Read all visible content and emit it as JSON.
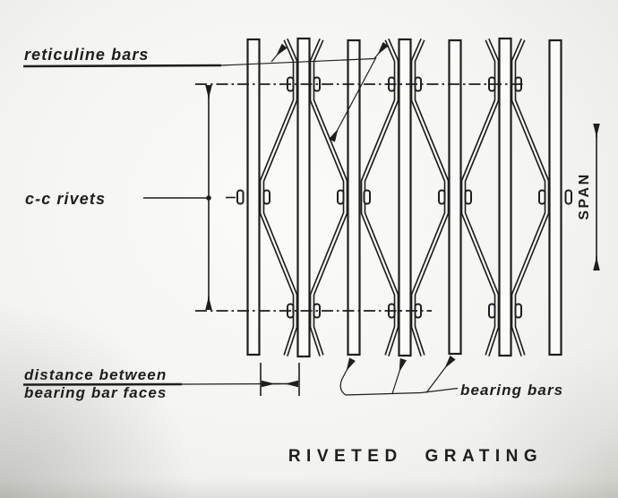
{
  "figure": {
    "title": "RIVETED GRATING",
    "labels": {
      "reticuline_bars": "reticuline bars",
      "cc_rivets": "c-c rivets",
      "distance_between_line1": "distance between",
      "distance_between_line2": "bearing bar faces",
      "bearing_bars": "bearing bars",
      "span": "SPAN"
    },
    "colors": {
      "ink": "#1e1e1e",
      "paper": "#f4f4f1",
      "paper_light": "#fbfbf9",
      "paper_dark": "#dcdcd7",
      "bar_fill": "#fafaf8"
    },
    "structure": {
      "bearing_bars_count": 7,
      "rivet_rows": 3,
      "reticuline_zigzag_pairs": 3
    }
  }
}
